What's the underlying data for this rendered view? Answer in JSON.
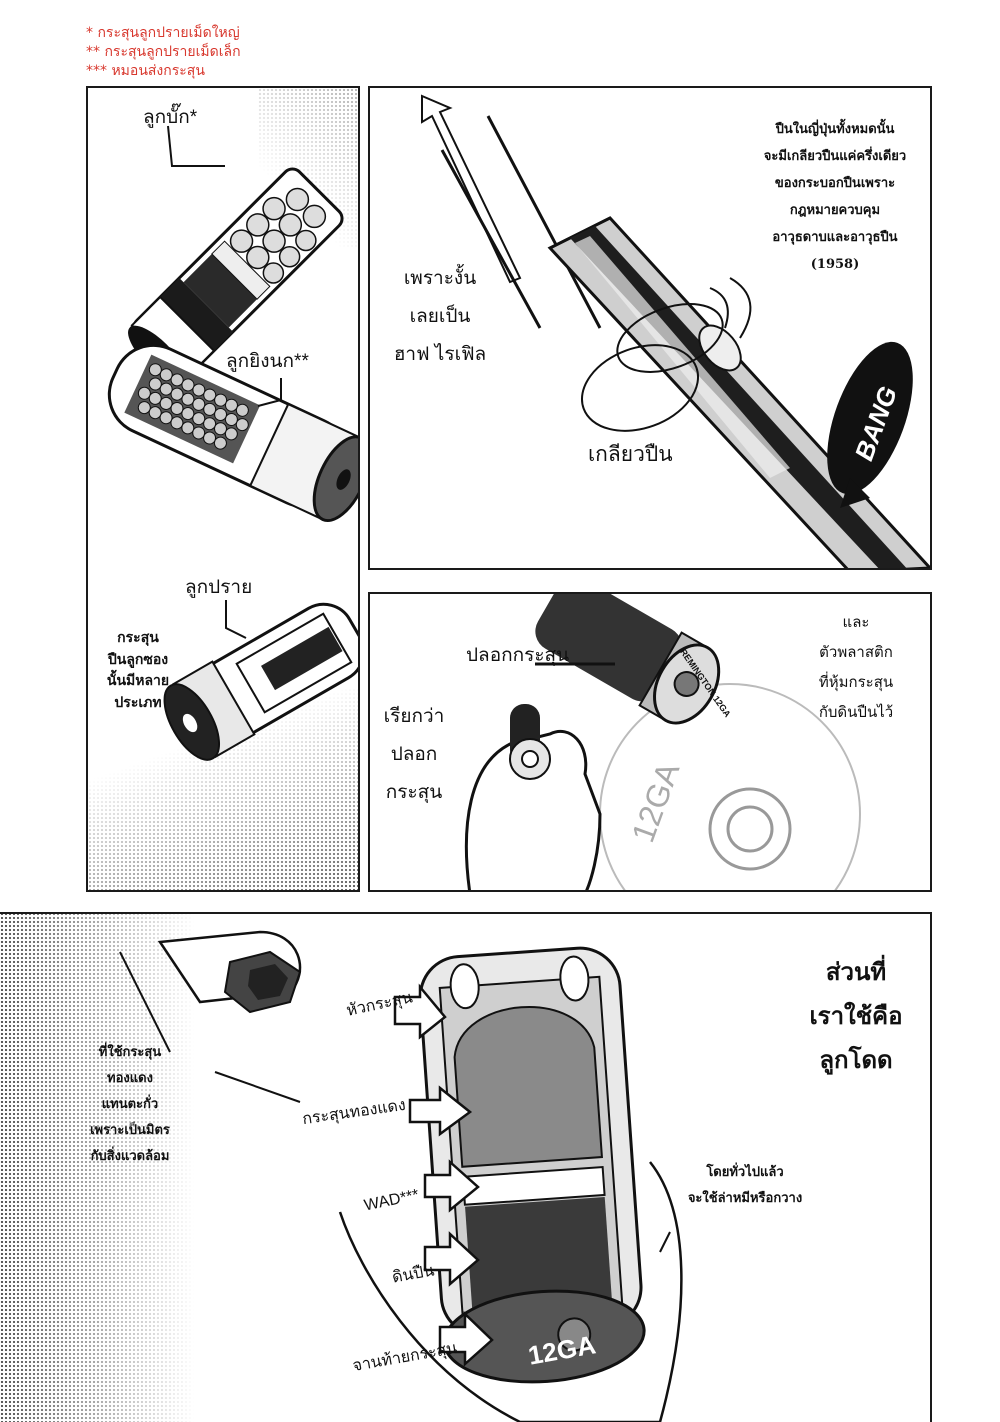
{
  "translator_notes": [
    "* กระสุนลูกปรายเม็ดใหญ่",
    "** กระสุนลูกปรายเม็ดเล็ก",
    "*** หมอนส่งกระสุน"
  ],
  "panel_left": {
    "labels": {
      "buckshot": "ลูกบั๊ก*",
      "birdshot": "ลูกยิงนก**",
      "slug_shot": "ลูกปราย"
    },
    "narration": [
      "กระสุน",
      "ปืนลูกซอง",
      "นั้นมีหลาย",
      "ประเภท"
    ]
  },
  "panel_rifling": {
    "narration_right": [
      "ปืนในญี่ปุ่นทั้งหมดนั้น",
      "จะมีเกลียวปืนแค่ครึ่งเดียว",
      "ของกระบอกปืนเพราะ",
      "กฎหมายควบคุม",
      "อาวุธดาบและอาวุธปืน",
      "(1958)"
    ],
    "narration_left": [
      "เพราะงั้น",
      "เลยเป็น",
      "ฮาฟ ไรเฟิล"
    ],
    "label_rifling": "เกลียวปืน",
    "sfx": "BANG"
  },
  "panel_shell": {
    "label_hull": "ปลอกกระสุน",
    "narration_left": [
      "เรียกว่า",
      "ปลอก",
      "กระสุน"
    ],
    "narration_right": [
      "และ",
      "ตัวพลาสติก",
      "ที่หุ้มกระสุน",
      "กับดินปืนไว้"
    ],
    "headstamp": "REMINGTON 12GA",
    "background_stamp": "12GA"
  },
  "panel_slug": {
    "title": [
      "ส่วนที่",
      "เราใช้คือ",
      "ลูกโดด"
    ],
    "narration_left": [
      "ที่ใช้กระสุน",
      "ทองแดง",
      "แทนตะกั่ว",
      "เพราะเป็นมิตร",
      "กับสิ่งแวดล้อม"
    ],
    "narration_right": [
      "โดยทั่วไปแล้ว",
      "จะใช้ล่าหมีหรือกวาง"
    ],
    "parts": {
      "tip": "หัวกระสุน",
      "copper_slug": "กระสุนทองแดง",
      "wad": "WAD***",
      "powder": "ดินปืน",
      "base": "จานท้ายกระสุน"
    },
    "base_stamp": "12GA"
  }
}
